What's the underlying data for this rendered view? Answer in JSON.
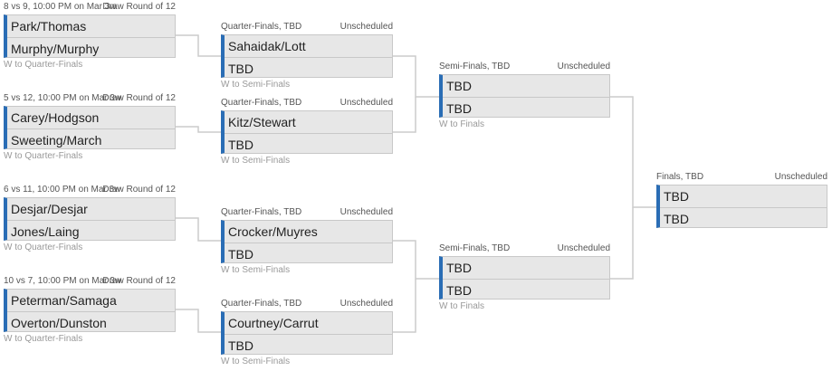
{
  "round1": [
    {
      "header_left": "8 vs 9, 10:00 PM on Mar 3w",
      "header_right": "Draw Round of 12",
      "team1": "Park/Thomas",
      "team2": "Murphy/Murphy",
      "footer": "W to Quarter-Finals"
    },
    {
      "header_left": "5 vs 12, 10:00 PM on Mar 3w",
      "header_right": "Draw Round of 12",
      "team1": "Carey/Hodgson",
      "team2": "Sweeting/March",
      "footer": "W to Quarter-Finals"
    },
    {
      "header_left": "6 vs 11, 10:00 PM on Mar 3w",
      "header_right": "Draw Round of 12",
      "team1": "Desjar/Desjar",
      "team2": "Jones/Laing",
      "footer": "W to Quarter-Finals"
    },
    {
      "header_left": "10 vs 7, 10:00 PM on Mar 3w",
      "header_right": "Draw Round of 12",
      "team1": "Peterman/Samaga",
      "team2": "Overton/Dunston",
      "footer": "W to Quarter-Finals"
    }
  ],
  "quarterfinals": [
    {
      "header_left": "Quarter-Finals, TBD",
      "header_right": "Unscheduled",
      "team1": "Sahaidak/Lott",
      "team2": "TBD",
      "footer": "W to Semi-Finals"
    },
    {
      "header_left": "Quarter-Finals, TBD",
      "header_right": "Unscheduled",
      "team1": "Kitz/Stewart",
      "team2": "TBD",
      "footer": "W to Semi-Finals"
    },
    {
      "header_left": "Quarter-Finals, TBD",
      "header_right": "Unscheduled",
      "team1": "Crocker/Muyres",
      "team2": "TBD",
      "footer": "W to Semi-Finals"
    },
    {
      "header_left": "Quarter-Finals, TBD",
      "header_right": "Unscheduled",
      "team1": "Courtney/Carrut",
      "team2": "TBD",
      "footer": "W to Semi-Finals"
    }
  ],
  "semifinals": [
    {
      "header_left": "Semi-Finals, TBD",
      "header_right": "Unscheduled",
      "team1": "TBD",
      "team2": "TBD",
      "footer": "W to Finals"
    },
    {
      "header_left": "Semi-Finals, TBD",
      "header_right": "Unscheduled",
      "team1": "TBD",
      "team2": "TBD",
      "footer": "W to Finals"
    }
  ],
  "finals": {
    "header_left": "Finals, TBD",
    "header_right": "Unscheduled",
    "team1": "TBD",
    "team2": "TBD"
  },
  "colors": {
    "accent": "#2a6db5",
    "box_bg": "#e7e7e7",
    "border": "#c8c8c8",
    "line": "#cccccc"
  }
}
